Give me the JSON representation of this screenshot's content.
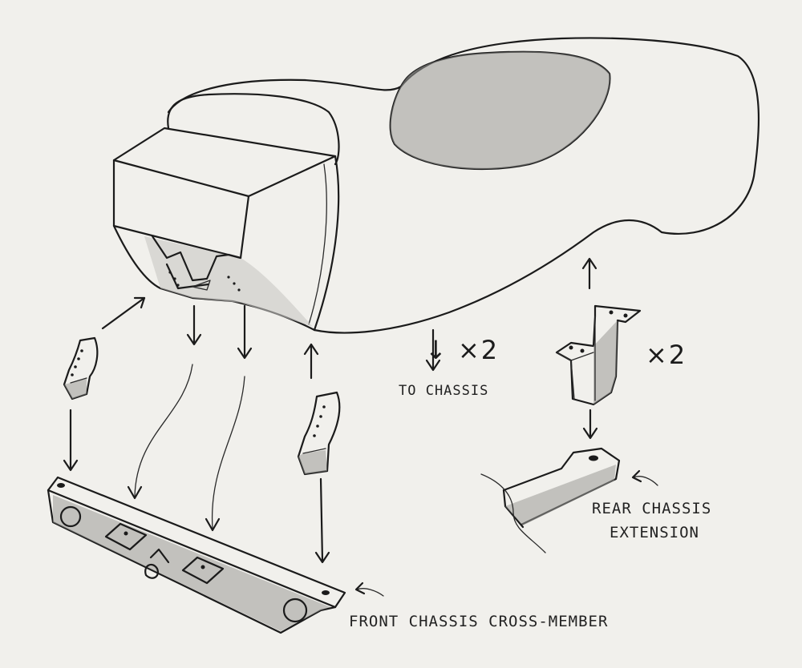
{
  "labels": {
    "front_multiplier": "↓ ×2",
    "to_chassis": "TO CHASSIS",
    "rear_multiplier": "×2",
    "rear_extension_line1": "REAR CHASSIS",
    "rear_extension_line2": "EXTENSION",
    "front_cross_member": "FRONT CHASSIS CROSS-MEMBER"
  },
  "colors": {
    "paper": "#f1f0ec",
    "ink": "#1b1b1b",
    "shading": "#9a9a98"
  }
}
